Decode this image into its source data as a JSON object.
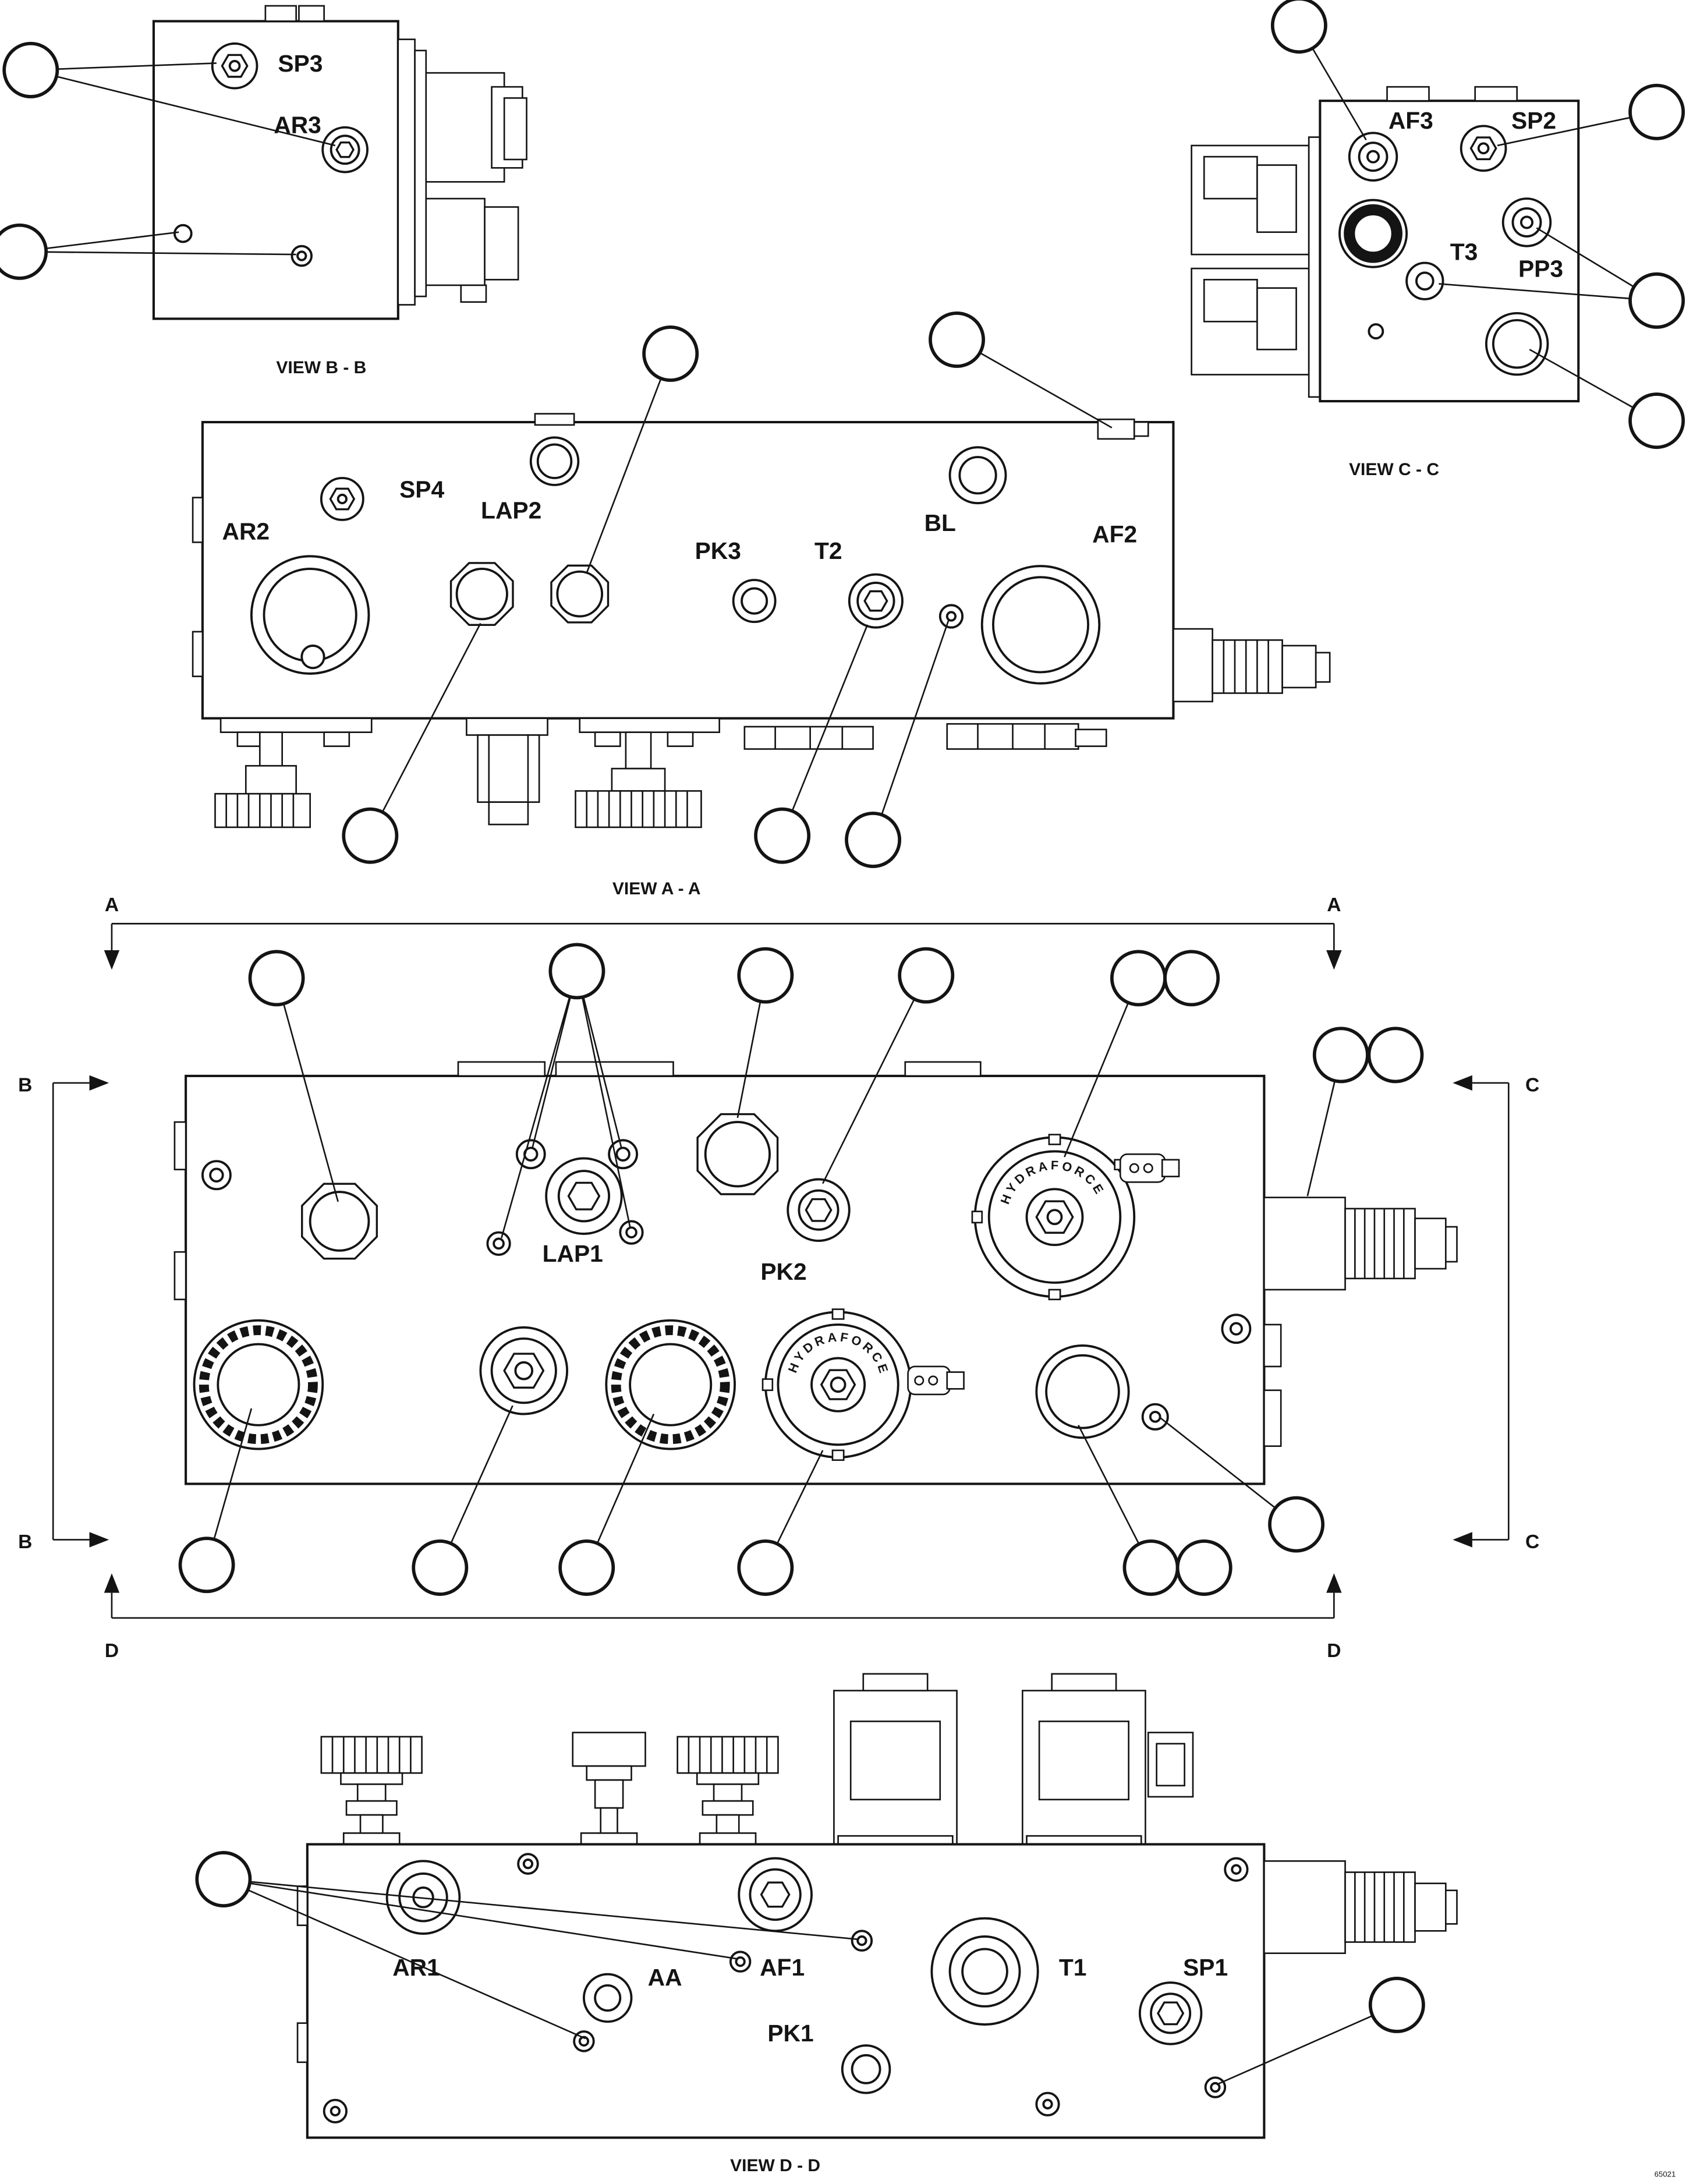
{
  "colors": {
    "ink": "#141414",
    "paper": "#ffffff"
  },
  "sections": {
    "a": "A",
    "b": "B",
    "c": "C",
    "d": "D"
  },
  "views": {
    "view_bb": {
      "caption": "VIEW B - B",
      "ports": {
        "sp3": "SP3",
        "ar3": "AR3"
      }
    },
    "view_cc": {
      "caption": "VIEW C - C",
      "ports": {
        "af3": "AF3",
        "sp2": "SP2",
        "t3": "T3",
        "pp3": "PP3"
      }
    },
    "view_aa": {
      "caption": "VIEW A - A",
      "ports": {
        "ar2": "AR2",
        "sp4": "SP4",
        "lap2": "LAP2",
        "pk3": "PK3",
        "t2": "T2",
        "bl": "BL",
        "af2": "AF2"
      }
    },
    "view_main": {
      "ports": {
        "lap1": "LAP1",
        "pk2": "PK2"
      },
      "valve_brand": "HYDRAFORCE"
    },
    "view_dd": {
      "caption": "VIEW D - D",
      "ports": {
        "ar1": "AR1",
        "aa": "AA",
        "af1": "AF1",
        "t1": "T1",
        "sp1": "SP1",
        "pk1": "PK1"
      }
    }
  },
  "footer": {
    "code": "65021"
  }
}
